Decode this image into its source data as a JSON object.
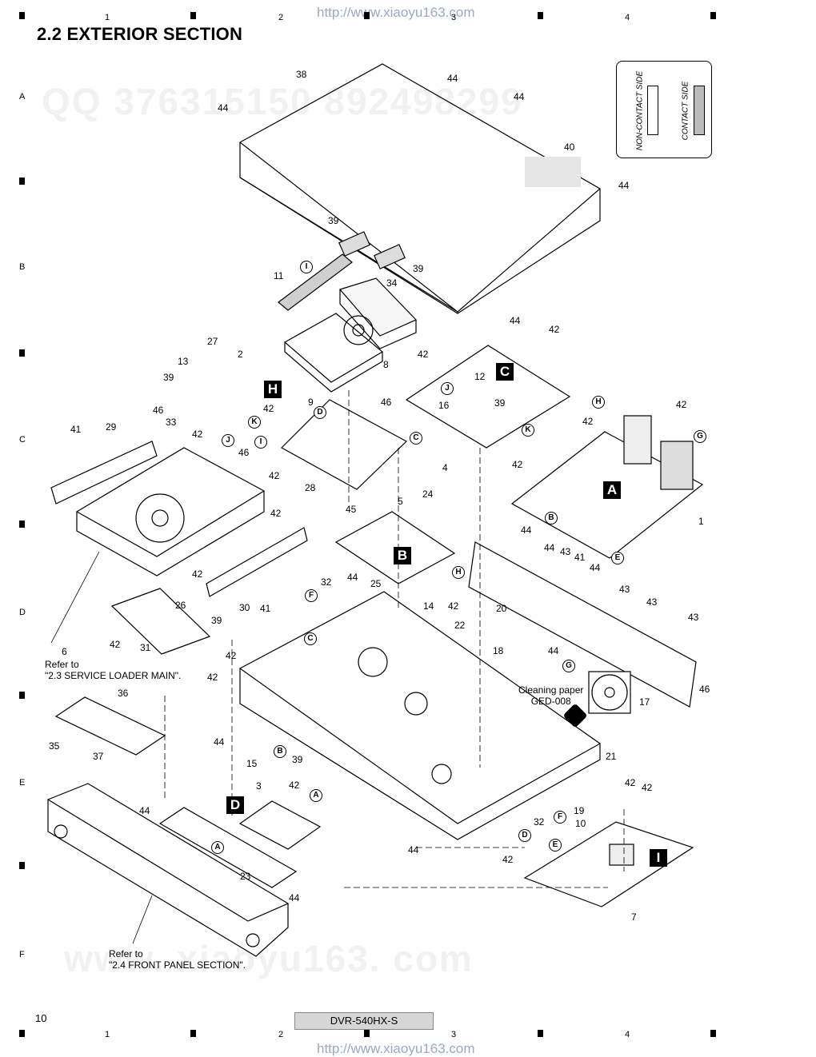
{
  "header": {
    "url_top": "http://www.xiaoyu163.com",
    "url_bottom": "http://www.xiaoyu163.com",
    "section_title": "2.2  EXTERIOR SECTION"
  },
  "grid": {
    "columns": [
      "1",
      "2",
      "3",
      "4"
    ],
    "rows": [
      "A",
      "B",
      "C",
      "D",
      "E",
      "F"
    ]
  },
  "watermarks": {
    "qq": "QQ 376315150   892498299",
    "site": "www. xiaoyu163. com"
  },
  "legend": {
    "non_contact": "NON-CONTACT SIDE",
    "contact": "CONTACT SIDE"
  },
  "board_labels": {
    "A": "A",
    "B": "B",
    "C": "C",
    "D": "D",
    "H": "H",
    "I": "I"
  },
  "connector_marks": [
    "A",
    "B",
    "C",
    "D",
    "E",
    "F",
    "G",
    "H",
    "I",
    "J",
    "K"
  ],
  "part_numbers": {
    "n1": "1",
    "n2": "2",
    "n3": "3",
    "n4": "4",
    "n5": "5",
    "n6": "6",
    "n7": "7",
    "n8": "8",
    "n9": "9",
    "n10": "10",
    "n11": "11",
    "n12": "12",
    "n13": "13",
    "n14": "14",
    "n15": "15",
    "n16": "16",
    "n17": "17",
    "n18": "18",
    "n19": "19",
    "n20": "20",
    "n21": "21",
    "n22": "22",
    "n23": "23",
    "n24": "24",
    "n25": "25",
    "n26": "26",
    "n27": "27",
    "n28": "28",
    "n29": "29",
    "n30": "30",
    "n31": "31",
    "n32": "32",
    "n33": "33",
    "n34": "34",
    "n35": "35",
    "n36": "36",
    "n37": "37",
    "n38": "38",
    "n39": "39",
    "n40": "40",
    "n41": "41",
    "n42": "42",
    "n43": "43",
    "n44": "44",
    "n45": "45",
    "n46": "46"
  },
  "notes": {
    "loader_ref_line1": "Refer to",
    "loader_ref_line2": "\"2.3 SERVICE LOADER MAIN\".",
    "front_ref_line1": "Refer to",
    "front_ref_line2": "\"2.4 FRONT PANEL SECTION\".",
    "cleaning_line1": "Cleaning paper",
    "cleaning_line2": "GED-008"
  },
  "footer": {
    "page_number": "10",
    "model": "DVR-540HX-S"
  }
}
